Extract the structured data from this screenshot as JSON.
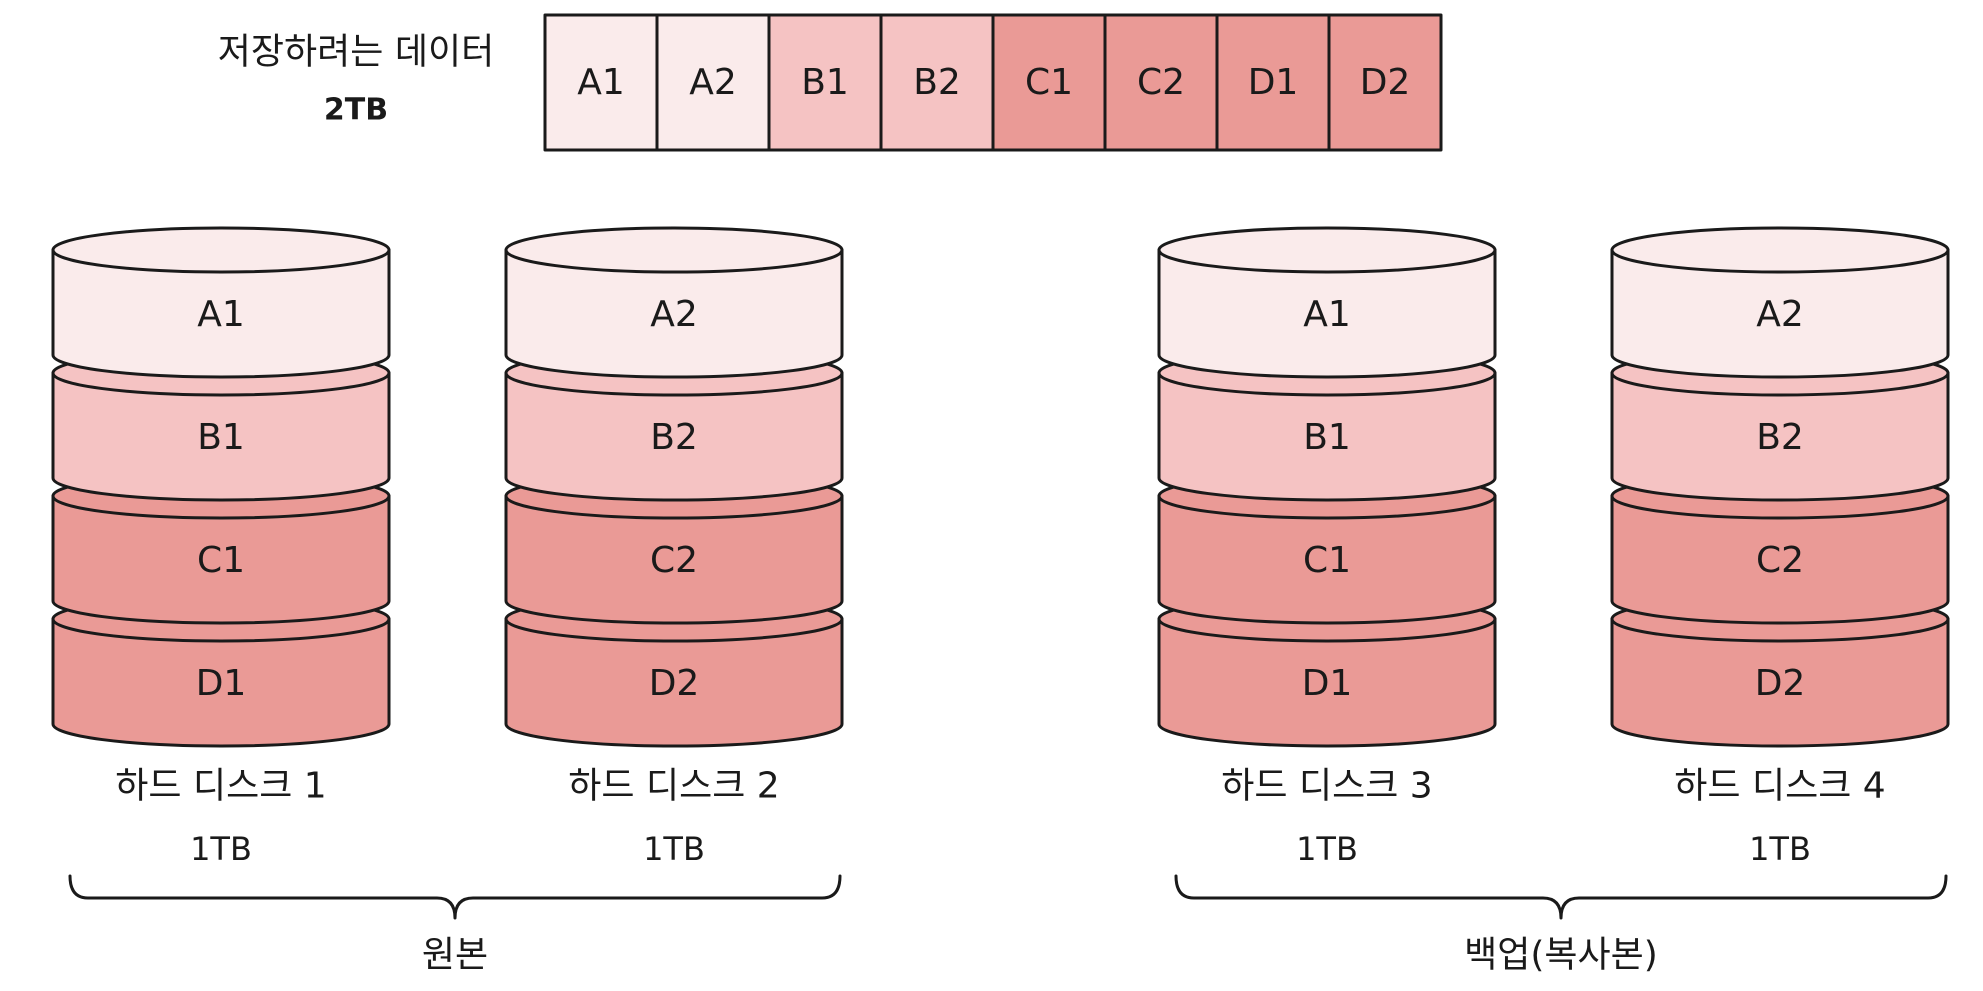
{
  "colors": {
    "A": "#faebeb",
    "B": "#f5c3c3",
    "C": "#ea9a96",
    "D": "#ea9a96",
    "stroke": "#1a1a1a"
  },
  "data_to_store": {
    "title": "저장하려는 데이터",
    "size": "2TB",
    "blocks": [
      {
        "label": "A1",
        "group": "A"
      },
      {
        "label": "A2",
        "group": "A"
      },
      {
        "label": "B1",
        "group": "B"
      },
      {
        "label": "B2",
        "group": "B"
      },
      {
        "label": "C1",
        "group": "C"
      },
      {
        "label": "C2",
        "group": "C"
      },
      {
        "label": "D1",
        "group": "D"
      },
      {
        "label": "D2",
        "group": "D"
      }
    ]
  },
  "disks": [
    {
      "name": "하드 디스크 1",
      "capacity": "1TB",
      "blocks": [
        "A1",
        "B1",
        "C1",
        "D1"
      ]
    },
    {
      "name": "하드 디스크 2",
      "capacity": "1TB",
      "blocks": [
        "A2",
        "B2",
        "C2",
        "D2"
      ]
    },
    {
      "name": "하드 디스크 3",
      "capacity": "1TB",
      "blocks": [
        "A1",
        "B1",
        "C1",
        "D1"
      ]
    },
    {
      "name": "하드 디스크 4",
      "capacity": "1TB",
      "blocks": [
        "A2",
        "B2",
        "C2",
        "D2"
      ]
    }
  ],
  "groups": [
    {
      "label": "원본",
      "disks": [
        0,
        1
      ]
    },
    {
      "label": "백업(복사본)",
      "disks": [
        2,
        3
      ]
    }
  ]
}
